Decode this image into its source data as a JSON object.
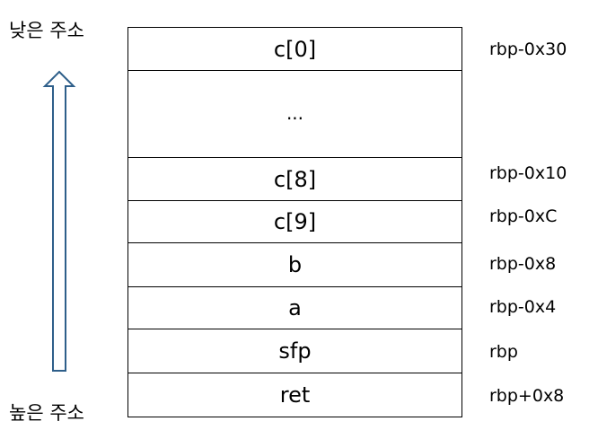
{
  "labels": {
    "low_address": "낮은 주소",
    "high_address": "높은 주소"
  },
  "stack": [
    {
      "cell": "c[0]",
      "offset": "rbp-0x30"
    },
    {
      "cell": "...",
      "offset": ""
    },
    {
      "cell": "c[8]",
      "offset": "rbp-0x10"
    },
    {
      "cell": "c[9]",
      "offset": "rbp-0xC"
    },
    {
      "cell": "b",
      "offset": "rbp-0x8"
    },
    {
      "cell": "a",
      "offset": "rbp-0x4"
    },
    {
      "cell": "sfp",
      "offset": "rbp"
    },
    {
      "cell": "ret",
      "offset": "rbp+0x8"
    }
  ],
  "colors": {
    "arrow_stroke": "#2e5f8a",
    "border": "#000000"
  }
}
